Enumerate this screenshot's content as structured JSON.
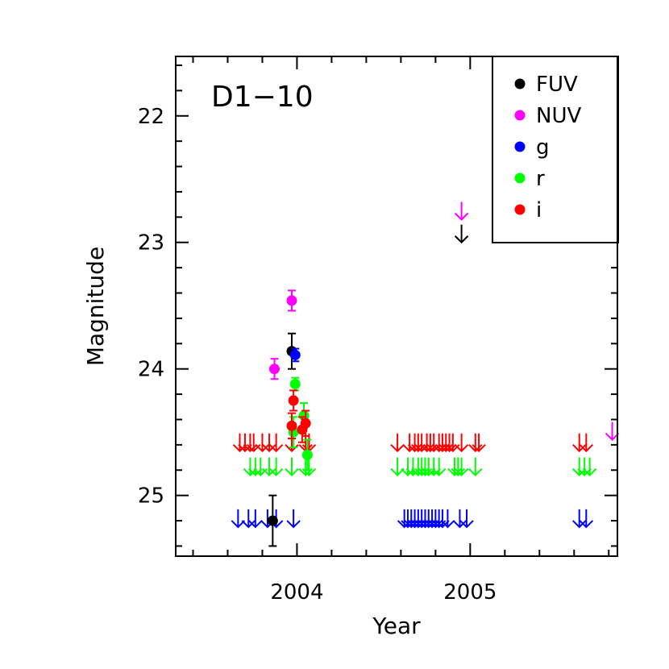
{
  "chart_data": {
    "type": "scatter",
    "title": "D1−10",
    "xlabel": "Year",
    "ylabel": "Magnitude",
    "xlim": [
      2003.3,
      2005.85
    ],
    "ylim": [
      25.48,
      21.53
    ],
    "y_reversed": true,
    "x_ticks": [
      2004,
      2005
    ],
    "x_tick_labels": [
      "2004",
      "2005"
    ],
    "y_ticks": [
      22,
      23,
      24,
      25
    ],
    "y_tick_labels": [
      "22",
      "23",
      "24",
      "25"
    ],
    "grid": false,
    "legend_position": "top-right",
    "series": [
      {
        "name": "FUV",
        "color": "#000000",
        "points": [
          {
            "x": 2003.86,
            "y": 25.2,
            "err": 0.2
          },
          {
            "x": 2003.97,
            "y": 23.86,
            "err": 0.14
          }
        ],
        "upper_limits": [
          {
            "x": 2004.95,
            "y": 23.0
          }
        ]
      },
      {
        "name": "NUV",
        "color": "#ff00ff",
        "points": [
          {
            "x": 2003.87,
            "y": 24.0,
            "err": 0.08
          },
          {
            "x": 2003.97,
            "y": 23.46,
            "err": 0.08
          }
        ],
        "upper_limits": [
          {
            "x": 2004.95,
            "y": 22.82
          },
          {
            "x": 2005.82,
            "y": 24.56
          }
        ]
      },
      {
        "name": "g",
        "color": "#0000ff",
        "points": [
          {
            "x": 2003.99,
            "y": 23.89,
            "err": 0.05
          }
        ],
        "upper_limits": [
          {
            "x": 2003.66,
            "y": 25.25
          },
          {
            "x": 2003.72,
            "y": 25.25
          },
          {
            "x": 2003.76,
            "y": 25.25
          },
          {
            "x": 2003.83,
            "y": 25.25
          },
          {
            "x": 2003.88,
            "y": 25.25
          },
          {
            "x": 2003.98,
            "y": 25.25
          },
          {
            "x": 2004.62,
            "y": 25.25
          },
          {
            "x": 2004.64,
            "y": 25.25
          },
          {
            "x": 2004.66,
            "y": 25.25
          },
          {
            "x": 2004.68,
            "y": 25.25
          },
          {
            "x": 2004.7,
            "y": 25.25
          },
          {
            "x": 2004.72,
            "y": 25.25
          },
          {
            "x": 2004.74,
            "y": 25.25
          },
          {
            "x": 2004.76,
            "y": 25.25
          },
          {
            "x": 2004.78,
            "y": 25.25
          },
          {
            "x": 2004.8,
            "y": 25.25
          },
          {
            "x": 2004.82,
            "y": 25.25
          },
          {
            "x": 2004.84,
            "y": 25.25
          },
          {
            "x": 2004.87,
            "y": 25.25
          },
          {
            "x": 2004.94,
            "y": 25.25
          },
          {
            "x": 2004.98,
            "y": 25.25
          },
          {
            "x": 2005.63,
            "y": 25.25
          },
          {
            "x": 2005.67,
            "y": 25.25
          }
        ]
      },
      {
        "name": "r",
        "color": "#00ff00",
        "points": [
          {
            "x": 2003.99,
            "y": 24.12,
            "err": 0.05
          },
          {
            "x": 2003.98,
            "y": 24.5,
            "err": 0.12
          },
          {
            "x": 2004.04,
            "y": 24.37,
            "err": 0.1
          },
          {
            "x": 2004.06,
            "y": 24.68,
            "err": 0.12
          }
        ],
        "upper_limits": [
          {
            "x": 2003.73,
            "y": 24.84
          },
          {
            "x": 2003.76,
            "y": 24.84
          },
          {
            "x": 2003.79,
            "y": 24.84
          },
          {
            "x": 2003.84,
            "y": 24.84
          },
          {
            "x": 2003.88,
            "y": 24.84
          },
          {
            "x": 2003.97,
            "y": 24.84
          },
          {
            "x": 2004.05,
            "y": 24.84
          },
          {
            "x": 2004.07,
            "y": 24.84
          },
          {
            "x": 2004.58,
            "y": 24.84
          },
          {
            "x": 2004.64,
            "y": 24.84
          },
          {
            "x": 2004.67,
            "y": 24.84
          },
          {
            "x": 2004.7,
            "y": 24.84
          },
          {
            "x": 2004.72,
            "y": 24.84
          },
          {
            "x": 2004.74,
            "y": 24.84
          },
          {
            "x": 2004.76,
            "y": 24.84
          },
          {
            "x": 2004.79,
            "y": 24.84
          },
          {
            "x": 2004.82,
            "y": 24.84
          },
          {
            "x": 2004.91,
            "y": 24.84
          },
          {
            "x": 2004.93,
            "y": 24.84
          },
          {
            "x": 2004.95,
            "y": 24.84
          },
          {
            "x": 2005.03,
            "y": 24.84
          },
          {
            "x": 2005.63,
            "y": 24.84
          },
          {
            "x": 2005.66,
            "y": 24.84
          },
          {
            "x": 2005.69,
            "y": 24.84
          }
        ]
      },
      {
        "name": "i",
        "color": "#ff0000",
        "points": [
          {
            "x": 2003.98,
            "y": 24.25,
            "err": 0.08
          },
          {
            "x": 2003.97,
            "y": 24.45,
            "err": 0.1
          },
          {
            "x": 2004.03,
            "y": 24.48,
            "err": 0.1
          },
          {
            "x": 2004.05,
            "y": 24.43,
            "err": 0.1
          }
        ],
        "upper_limits": [
          {
            "x": 2003.67,
            "y": 24.65
          },
          {
            "x": 2003.7,
            "y": 24.65
          },
          {
            "x": 2003.73,
            "y": 24.65
          },
          {
            "x": 2003.75,
            "y": 24.65
          },
          {
            "x": 2003.8,
            "y": 24.65
          },
          {
            "x": 2003.84,
            "y": 24.65
          },
          {
            "x": 2003.88,
            "y": 24.65
          },
          {
            "x": 2003.97,
            "y": 24.65
          },
          {
            "x": 2004.05,
            "y": 24.65
          },
          {
            "x": 2004.07,
            "y": 24.65
          },
          {
            "x": 2004.58,
            "y": 24.65
          },
          {
            "x": 2004.65,
            "y": 24.65
          },
          {
            "x": 2004.68,
            "y": 24.65
          },
          {
            "x": 2004.7,
            "y": 24.65
          },
          {
            "x": 2004.72,
            "y": 24.65
          },
          {
            "x": 2004.75,
            "y": 24.65
          },
          {
            "x": 2004.77,
            "y": 24.65
          },
          {
            "x": 2004.79,
            "y": 24.65
          },
          {
            "x": 2004.82,
            "y": 24.65
          },
          {
            "x": 2004.84,
            "y": 24.65
          },
          {
            "x": 2004.86,
            "y": 24.65
          },
          {
            "x": 2004.88,
            "y": 24.65
          },
          {
            "x": 2004.9,
            "y": 24.65
          },
          {
            "x": 2004.95,
            "y": 24.65
          },
          {
            "x": 2005.03,
            "y": 24.65
          },
          {
            "x": 2005.05,
            "y": 24.65
          },
          {
            "x": 2005.63,
            "y": 24.65
          },
          {
            "x": 2005.67,
            "y": 24.65
          }
        ]
      }
    ]
  }
}
